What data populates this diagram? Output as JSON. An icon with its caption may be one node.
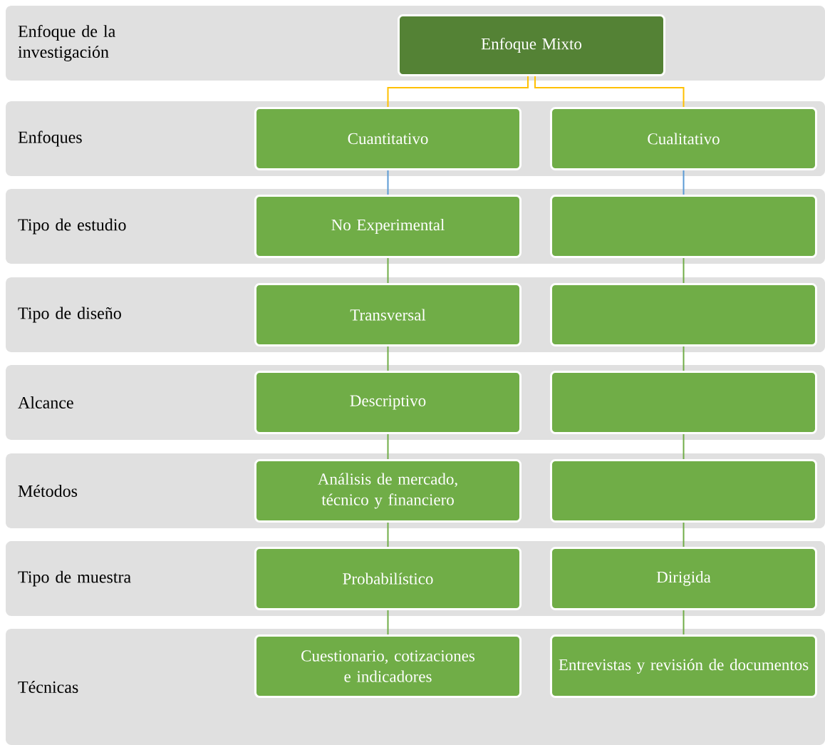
{
  "diagram": {
    "nodes": [
      {
        "text": [
          "Enfoque de la investigación"
        ]
      },
      {
        "text": [
          "Enfoque Mixto"
        ],
        "in": 0
      },
      {
        "text": [
          "Enfoques"
        ]
      },
      {
        "text": [
          "Cuantitativo"
        ],
        "in": 2
      },
      {
        "text": [
          "Cualitativo"
        ],
        "in": 2
      },
      {
        "text": [
          "Tipo de estudio"
        ]
      },
      {
        "text": [
          "No Experimental"
        ],
        "in": 5
      },
      {
        "text": [],
        "shape": "box",
        "in": 5
      },
      {
        "text": [
          "Tipo de diseño"
        ]
      },
      {
        "text": [
          "Transversal"
        ],
        "in": 8
      },
      {
        "text": [],
        "shape": "box",
        "in": 8
      },
      {
        "text": [
          "Alcance"
        ]
      },
      {
        "text": [
          "Descriptivo"
        ],
        "in": 11
      },
      {
        "text": [],
        "shape": "box",
        "in": 11
      },
      {
        "text": [
          "Métodos"
        ]
      },
      {
        "text": [
          "Análisis de mercado, técnico y financiero"
        ],
        "in": 14
      },
      {
        "text": [],
        "shape": "box",
        "in": 14
      },
      {
        "text": [
          "Tipo de muestra"
        ]
      },
      {
        "text": [
          "Probabilístico"
        ],
        "in": 17
      },
      {
        "text": [
          "Dirigida"
        ],
        "in": 17
      },
      {
        "text": [
          "Técnicas"
        ]
      },
      {
        "text": [
          "Cuestionario, cotizaciones e indicadores"
        ],
        "in": 20
      },
      {
        "text": [
          "Entrevistas y revisión de documentos"
        ],
        "in": 20
      }
    ],
    "edges": [
      {
        "from": 1,
        "to": 3,
        "arrow": "none",
        "color": "#ffc000"
      },
      {
        "from": 1,
        "to": 4,
        "arrow": "none",
        "color": "#ffc000"
      },
      {
        "from": 3,
        "to": 6,
        "arrow": "none",
        "color": "#5b9bd5"
      },
      {
        "from": 4,
        "to": 7,
        "arrow": "none",
        "color": "#5b9bd5"
      },
      {
        "from": 6,
        "to": 9,
        "arrow": "none"
      },
      {
        "from": 7,
        "to": 10,
        "arrow": "none"
      },
      {
        "from": 9,
        "to": 12,
        "arrow": "none"
      },
      {
        "from": 10,
        "to": 13,
        "arrow": "none"
      },
      {
        "from": 12,
        "to": 15,
        "arrow": "none"
      },
      {
        "from": 13,
        "to": 16,
        "arrow": "none"
      },
      {
        "from": 15,
        "to": 18,
        "arrow": "none"
      },
      {
        "from": 16,
        "to": 19,
        "arrow": "none"
      },
      {
        "from": 18,
        "to": 21,
        "arrow": "none"
      },
      {
        "from": 19,
        "to": 22,
        "arrow": "none"
      }
    ]
  }
}
